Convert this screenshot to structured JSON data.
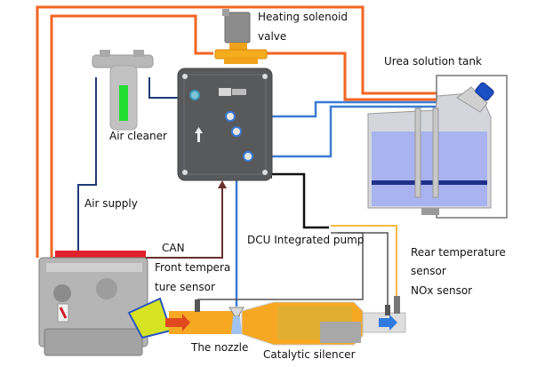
{
  "diagram": {
    "title": "SCR urea dosing system",
    "labels": {
      "heating_valve_line1": "Heating solenoid",
      "heating_valve_line2": "valve",
      "urea_tank": "Urea solution tank",
      "air_cleaner": "Air cleaner",
      "air_supply": "Air supply",
      "can": "CAN",
      "front_temp_line1": "Front tempera",
      "front_temp_line2": "ture sensor",
      "dcu_pump": "DCU Integrated pump",
      "rear_temp_line1": "Rear temperature",
      "rear_temp_line2": "sensor",
      "nox_sensor": "NOx sensor",
      "nozzle": "The nozzle",
      "catalytic_silencer": "Catalytic silencer"
    },
    "colors": {
      "coolant_line": "#f26522",
      "air_line": "#1f3a7a",
      "urea_line": "#3a7bd5",
      "can_line": "#6b2e2e",
      "signal_line": "#111111",
      "sensor_line": "#555555",
      "nox_line": "#f5b942",
      "pump_body": "#58595b",
      "exhaust": "#f7a823",
      "tank_fluid": "#a9b3f0",
      "engine_head": "#e0202a"
    }
  }
}
